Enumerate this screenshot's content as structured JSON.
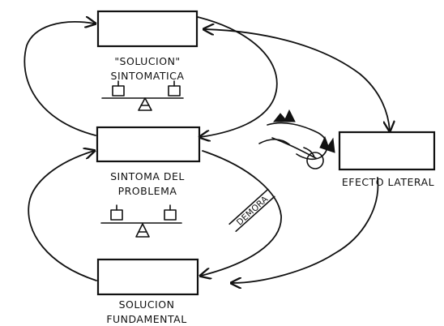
{
  "diagram": {
    "symptomatic_label": {
      "line1": "\"SOLUCION\"",
      "line2": "SINTOMATICA"
    },
    "problem_label": {
      "line1": "SINTOMA DEL",
      "line2": "PROBLEMA"
    },
    "fundamental_label": {
      "line1": "SOLUCION",
      "line2": "FUNDAMENTAL"
    },
    "side_effect_label": "EFECTO LATERAL",
    "delay_label": "DEMORA"
  }
}
